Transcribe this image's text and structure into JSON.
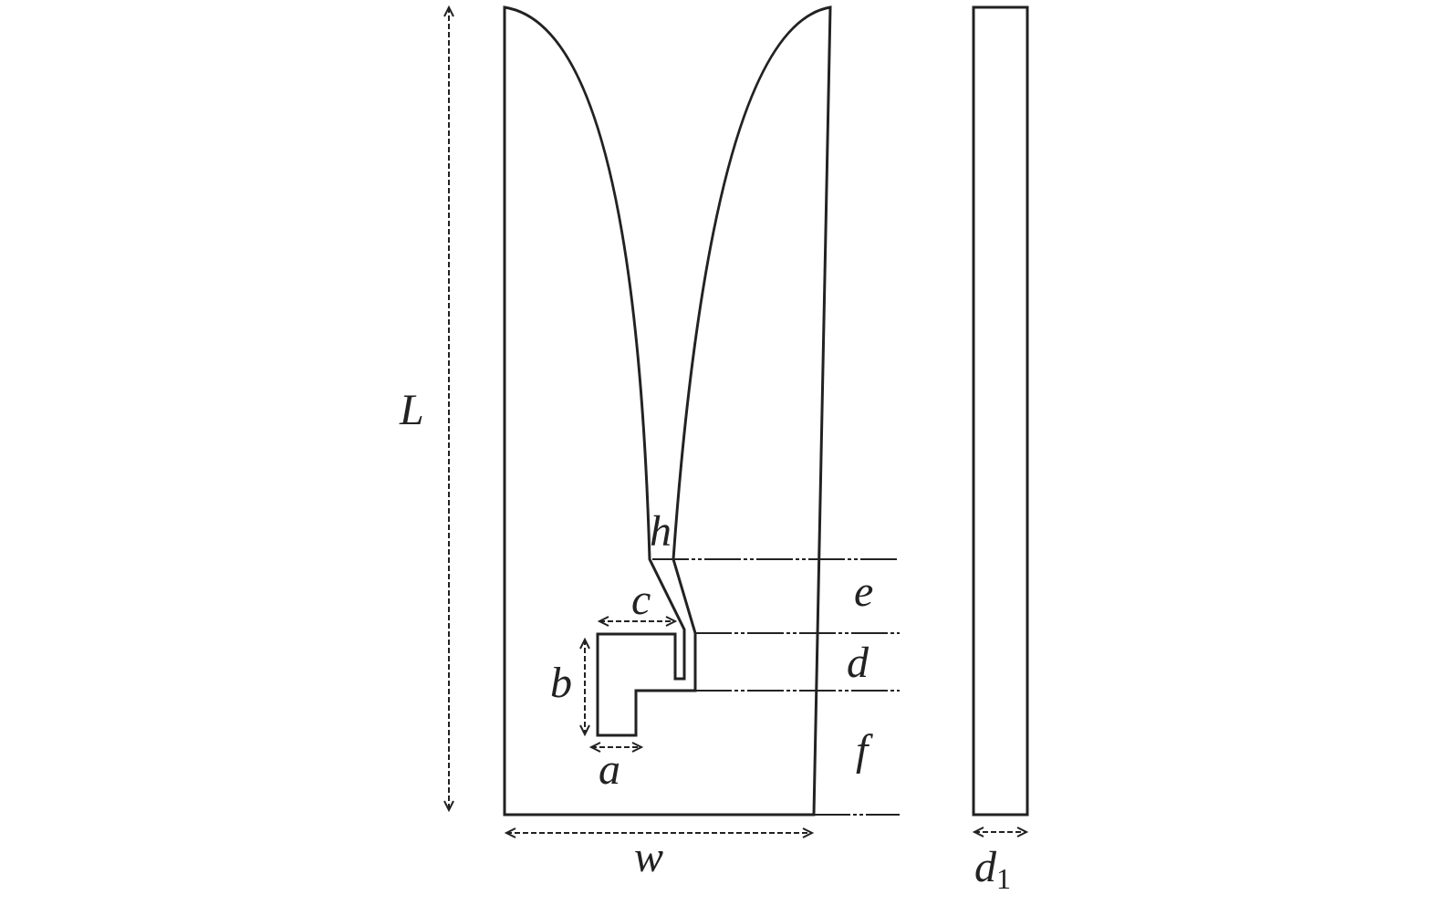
{
  "colors": {
    "stroke": "#222222",
    "background": "#ffffff"
  },
  "labels": {
    "L": "L",
    "w": "w",
    "h": "h",
    "c": "c",
    "b": "b",
    "a": "a",
    "e": "e",
    "d": "d",
    "f": "f",
    "d1_main": "d",
    "d1_sub": "1"
  }
}
